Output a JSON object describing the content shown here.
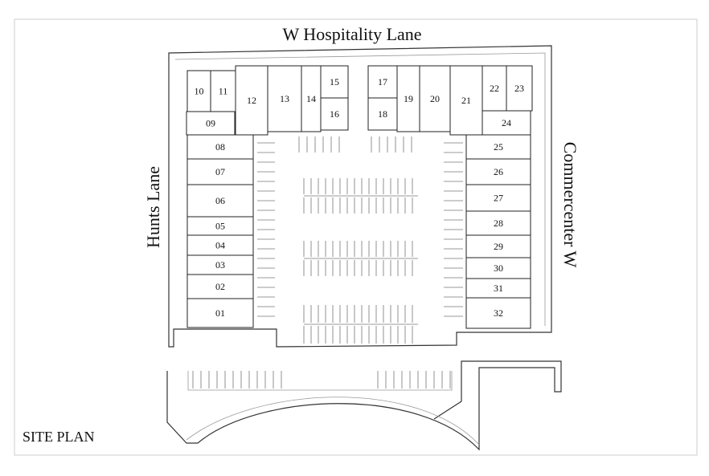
{
  "plan": {
    "title": "SITE PLAN",
    "roads": {
      "north": "W Hospitality Lane",
      "west": "Hunts Lane",
      "east": "Commercenter W"
    },
    "units": [
      "01",
      "02",
      "03",
      "04",
      "05",
      "06",
      "07",
      "08",
      "09",
      "10",
      "11",
      "12",
      "13",
      "14",
      "15",
      "16",
      "17",
      "18",
      "19",
      "20",
      "21",
      "22",
      "23",
      "24",
      "25",
      "26",
      "27",
      "28",
      "29",
      "30",
      "31",
      "32"
    ]
  }
}
